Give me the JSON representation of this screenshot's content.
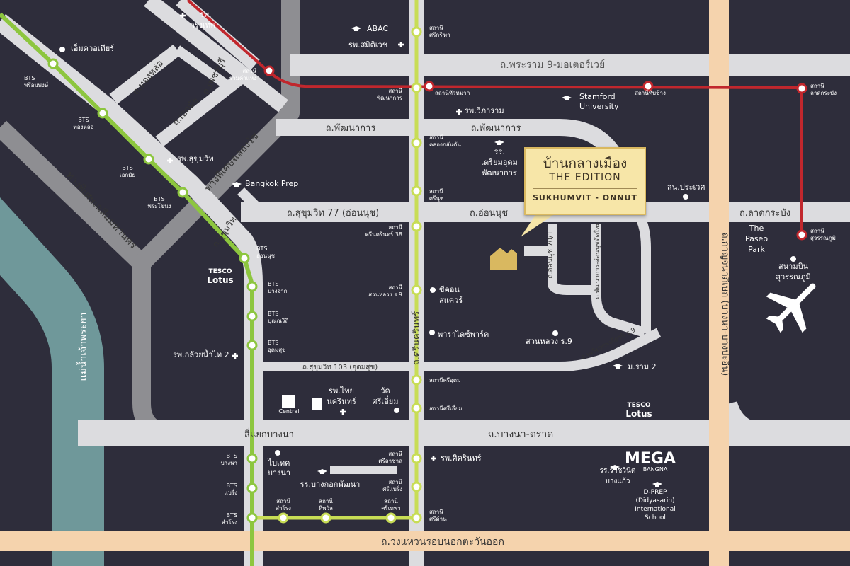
{
  "colors": {
    "background": "#2e2d3b",
    "road_light": "#dcdcdf",
    "expressway": "#8e8e92",
    "ring_road": "#f5d3ad",
    "river": "#6f989a",
    "bts_line": "#8dc63f",
    "yellow_line": "#c8dd55",
    "airport_link": "#c1272d",
    "project_gold": "#d9b860"
  },
  "project": {
    "name": "บ้านกลางเมือง",
    "edition": "THE EDITION",
    "location": "SUKHUMVIT - ONNUT"
  },
  "roads": {
    "rama9": "ถ.พระราม 9-มอเตอร์เวย์",
    "phatthanakan_left": "ถ.พัฒนาการ",
    "phatthanakan_right": "ถ.พัฒนาการ",
    "sukhumvit77": "ถ.สุขุมวิท 77 (อ่อนนุช)",
    "onnut": "ถ.อ่อนนุช",
    "latkrabang": "ถ.ลาดกระบัง",
    "bangna_trat": "ถ.บางนา-ตราด",
    "sukhumvit103": "ถ.สุขุมวิท 103 (อุดมสุข)",
    "ring_road_outer": "ถ.วงแหวนรอบนอกตะวันออก",
    "kanchanaphisek": "ถ.กาญจนาภิเษก (บางนา-บางปะอิน)",
    "srinakarin": "ถ.ศรีนครินทร์",
    "sukhumvit": "ถ.สุขุมวิท",
    "thonglor": "ถ.ทองหล่อ",
    "ekkamai": "ถ.เอกมัย",
    "phetchaburi": "ถ.เพชรบุรี",
    "onnut70": "ถ.อ่อนนุช 70/1",
    "phatthanakan_onnut": "ถ.พัฒนาการ-อ่อนนุชตัดใหม่",
    "chaloem_phrakiat": "ถ.เฉลิมพระเกียรติ ร.9",
    "chalerm_mahanakhon": "ทางพิเศษเฉลิมมหานคร",
    "chaloem_rat": "ทางพิเศษฉลองรัช",
    "chao_phraya": "แม่น้ำเจ้าพระยา"
  },
  "bts_stations": [
    {
      "line1": "BTS",
      "line2": "พร้อมพงษ์"
    },
    {
      "line1": "BTS",
      "line2": "ทองหล่อ"
    },
    {
      "line1": "BTS",
      "line2": "เอกมัย"
    },
    {
      "line1": "BTS",
      "line2": "พระโขนง"
    },
    {
      "line1": "BTS",
      "line2": "อ่อนนุช"
    },
    {
      "line1": "BTS",
      "line2": "บางจาก"
    },
    {
      "line1": "BTS",
      "line2": "ปุณณวิถี"
    },
    {
      "line1": "BTS",
      "line2": "อุดมสุข"
    },
    {
      "line1": "BTS",
      "line2": "บางนา"
    },
    {
      "line1": "BTS",
      "line2": "แบริ่ง"
    },
    {
      "line1": "BTS",
      "line2": "สำโรง"
    }
  ],
  "yellow_stations": [
    {
      "line1": "สถานี",
      "line2": "ศรีกรีฑา"
    },
    {
      "line1": "สถานี",
      "line2": "พัฒนาการ"
    },
    {
      "line1": "สถานี",
      "line2": "คลองกลันตัน"
    },
    {
      "line1": "สถานี",
      "line2": "ศรีนุช"
    },
    {
      "line1": "สถานี",
      "line2": "ศรีนครินทร์ 38"
    },
    {
      "line1": "สถานี",
      "line2": "สวนหลวง ร.9"
    },
    {
      "line1": "สถานีศรีอุดม",
      "line2": ""
    },
    {
      "line1": "สถานีศรีเอี่ยม",
      "line2": ""
    },
    {
      "line1": "สถานี",
      "line2": "ศรีลาซาล"
    },
    {
      "line1": "สถานี",
      "line2": "ศรีแบริ่ง"
    },
    {
      "line1": "สถานี",
      "line2": "ศรีด่าน"
    },
    {
      "line1": "สถานี",
      "line2": "ศรีเทพา"
    },
    {
      "line1": "สถานี",
      "line2": "ทิพวัล"
    },
    {
      "line1": "สถานี",
      "line2": "สำโรง"
    }
  ],
  "airport_stations": [
    {
      "line1": "สถานี",
      "line2": "รามคำแหง"
    },
    {
      "line1": "สถานีหัวหมาก",
      "line2": ""
    },
    {
      "line1": "สถานีทับช้าง",
      "line2": ""
    },
    {
      "line1": "สถานี",
      "line2": "ลาดกระบัง"
    },
    {
      "line1": "สถานี",
      "line2": "สุวรรณภูมิ"
    }
  ],
  "places": {
    "emquartier": "เอ็มควอเทียร์",
    "bangkok_hosp_1": "รพ.",
    "bangkok_hosp_2": "กรุงเทพ",
    "abac": "ABAC",
    "samitivej": "รพ.สมิติเวช",
    "vibharam": "รพ.วิภาราม",
    "stamford_1": "Stamford",
    "stamford_2": "University",
    "triam_1": "รร.",
    "triam_2": "เตรียมอุดม",
    "triam_3": "พัฒนาการ",
    "sukhumvit_hosp": "รพ.สุขุมวิท",
    "bangkok_prep": "Bangkok Prep",
    "prawet": "สน.ประเวศ",
    "paseo_1": "The",
    "paseo_2": "Paseo",
    "paseo_3": "Park",
    "airport_1": "สนามบิน",
    "airport_2": "สุวรรณภูมิ",
    "seacon_1": "ซีคอน",
    "seacon_2": "สแควร์",
    "paradise": "พาราไดซ์พาร์ค",
    "suanluang": "สวนหลวง ร.9",
    "klui_nam_thai": "รพ.กล้วยน้ำไท 2",
    "ram2": "ม.ราม 2",
    "thai_nakarin_1": "รพ.ไทย",
    "thai_nakarin_2": "นครินทร์",
    "wat_1": "วัด",
    "wat_2": "ศรีเอี่ยม",
    "bangna_jct": "สี่แยกบางนา",
    "sikarin": "รพ.ศิครินทร์",
    "bitec_1": "ไบเทค",
    "bitec_2": "บางนา",
    "bkk_pattana": "รร.บางกอกพัฒนา",
    "ratchawinit_1": "รร.ราชวินิต",
    "ratchawinit_2": "บางแก้ว",
    "dprep_1": "D-PREP",
    "dprep_2": "(Didyasarin)",
    "dprep_3": "International",
    "dprep_4": "School",
    "tesco_1a": "TESCO",
    "tesco_1b": "Lotus",
    "tesco_2a": "TESCO",
    "tesco_2b": "Lotus",
    "mega_1": "MEGA",
    "mega_2": "BANGNA",
    "central": "Central"
  }
}
